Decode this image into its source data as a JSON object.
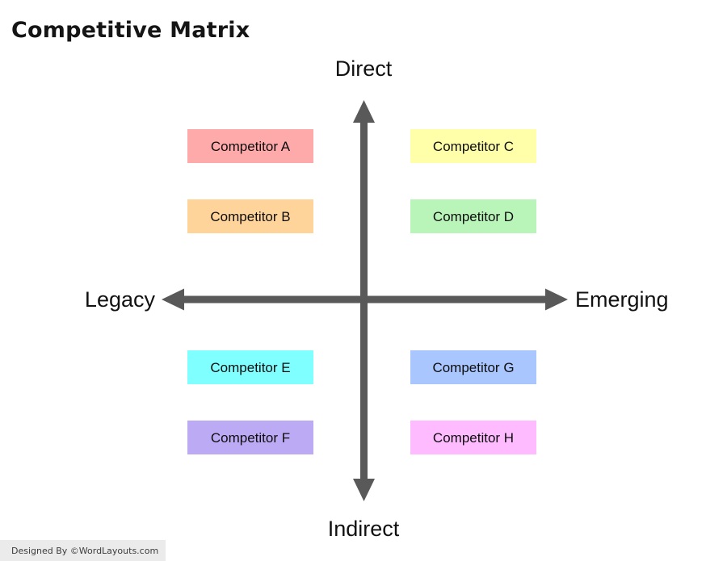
{
  "title": "Competitive Matrix",
  "axes": {
    "vertical": {
      "top_label": "Direct",
      "bottom_label": "Indirect"
    },
    "horizontal": {
      "left_label": "Legacy",
      "right_label": "Emerging"
    },
    "color": "#595959"
  },
  "quadrants": {
    "top_left": {
      "items": [
        {
          "label": "Competitor A",
          "color": "#FFAAAA"
        },
        {
          "label": "Competitor B",
          "color": "#FFD49B"
        }
      ]
    },
    "top_right": {
      "items": [
        {
          "label": "Competitor C",
          "color": "#FFFFAA"
        },
        {
          "label": "Competitor D",
          "color": "#B9F5B9"
        }
      ]
    },
    "bottom_left": {
      "items": [
        {
          "label": "Competitor E",
          "color": "#7FFFFF"
        },
        {
          "label": "Competitor F",
          "color": "#BCAAF5"
        }
      ]
    },
    "bottom_right": {
      "items": [
        {
          "label": "Competitor G",
          "color": "#A9C6FF"
        },
        {
          "label": "Competitor H",
          "color": "#FFBBFF"
        }
      ]
    }
  },
  "footer": {
    "credit": "Designed By ©WordLayouts.com"
  }
}
